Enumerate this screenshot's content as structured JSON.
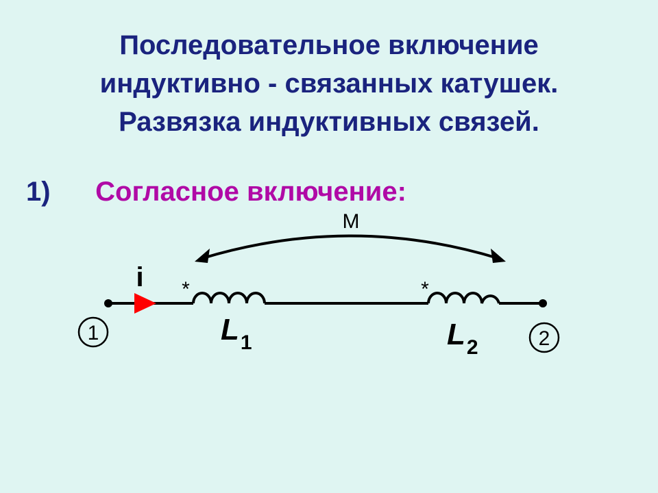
{
  "title": {
    "line1": "Последовательное включение",
    "line2": "индуктивно - связанных катушек.",
    "line3": "Развязка индуктивных связей."
  },
  "section": {
    "number": "1)",
    "text": "Согласное включение:"
  },
  "diagram": {
    "mutual_label": "M",
    "current_label": "i",
    "node1_label": "1",
    "node2_label": "2",
    "coil1": {
      "letter": "L",
      "subscript": "1",
      "marker": "*"
    },
    "coil2": {
      "letter": "L",
      "subscript": "2",
      "marker": "*"
    },
    "colors": {
      "title": "#1a237e",
      "subtitle": "#b00aa6",
      "arrow": "#ff0000",
      "wire": "#000000",
      "background": "#dff5f2"
    }
  }
}
